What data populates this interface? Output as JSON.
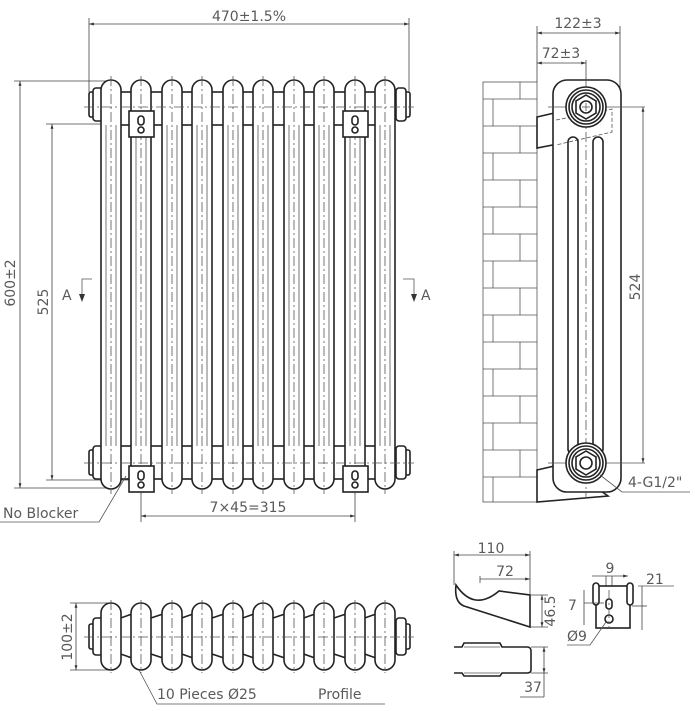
{
  "front_view": {
    "width_label": "470±1.5%",
    "height_label": "600±2",
    "inner_height_label": "525",
    "bracket_spacing_label": "7×45=315",
    "section_marker_left": "A",
    "section_marker_right": "A",
    "no_blocker_label": "No Blocker",
    "column_count": 10
  },
  "side_view": {
    "depth_label": "122±3",
    "offset_label": "72±3",
    "center_height_label": "524",
    "connection_label": "4-G1/2\""
  },
  "profile_view": {
    "depth_label": "100±2",
    "pieces_label": "10 Pieces Ø25",
    "profile_label": "Profile"
  },
  "bracket_detail": {
    "length_label": "110",
    "inner_label": "72",
    "height_label": "46.5",
    "width_label": "37"
  },
  "plate_detail": {
    "width_label": "9",
    "side_label": "21",
    "slot_label": "7",
    "hole_label": "Ø9"
  }
}
